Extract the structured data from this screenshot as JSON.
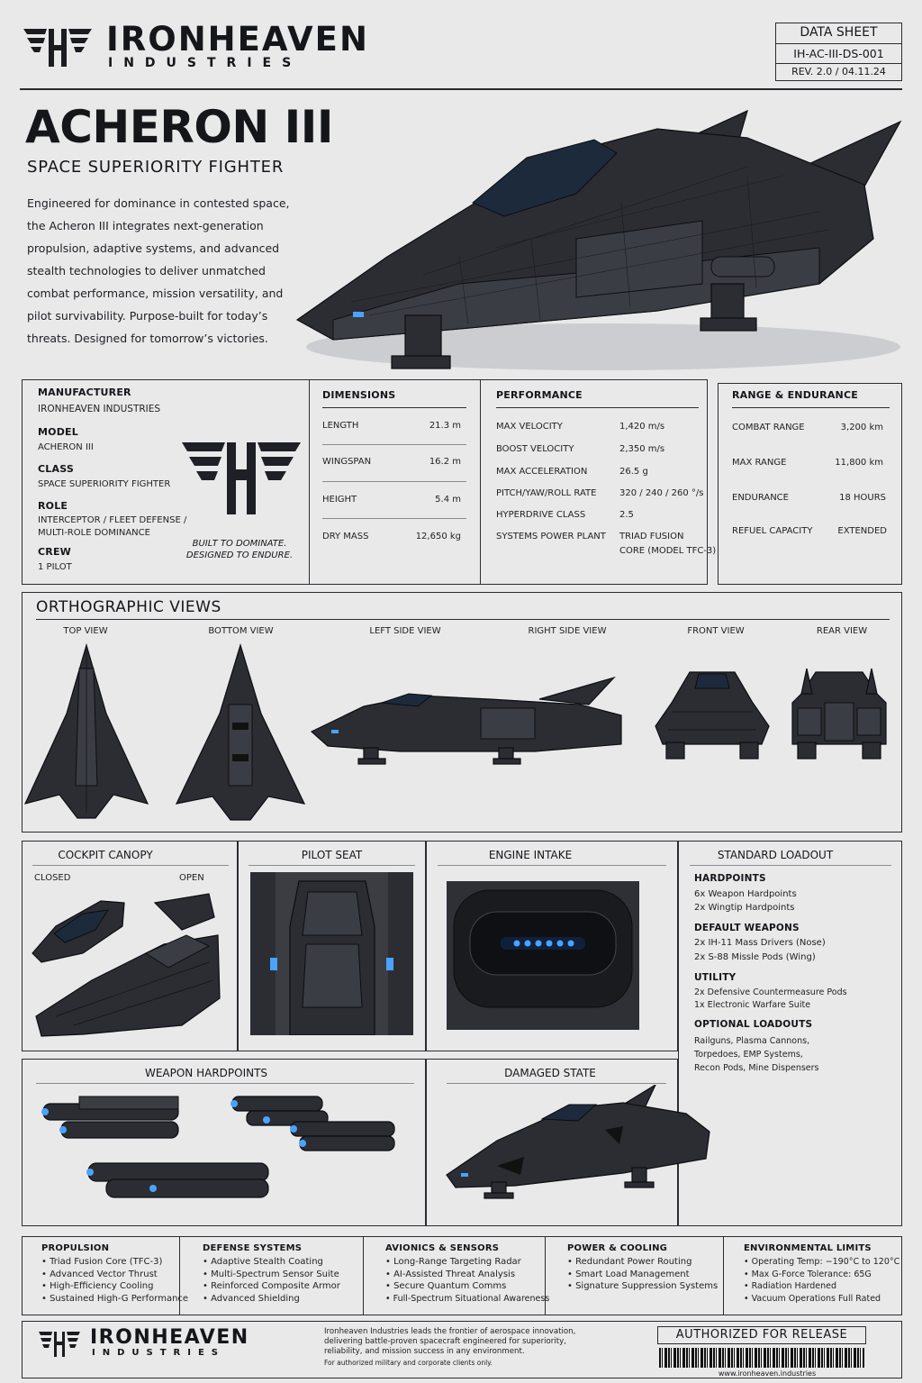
{
  "brand": {
    "name": "IRONHEAVEN",
    "sub": "INDUSTRIES"
  },
  "datasheet": {
    "title": "DATA SHEET",
    "code": "IH-AC-III-DS-001",
    "rev": "REV. 2.0 / 04.11.24"
  },
  "hero": {
    "title": "ACHERON III",
    "subtitle": "SPACE SUPERIORITY FIGHTER",
    "description": "Engineered for dominance in contested space, the Acheron III integrates next-generation propulsion, adaptive systems, and advanced stealth technologies to deliver unmatched combat performance, mission versatility, and pilot survivability. Purpose-built for today’s threats. Designed for tomorrow’s victories."
  },
  "specs": {
    "manufacturer_label": "MANUFACTURER",
    "manufacturer": "IRONHEAVEN INDUSTRIES",
    "model_label": "MODEL",
    "model": "ACHERON III",
    "class_label": "CLASS",
    "class": "SPACE SUPERIORITY FIGHTER",
    "role_label": "ROLE",
    "role_1": "INTERCEPTOR / FLEET DEFENSE /",
    "role_2": "MULTI-ROLE DOMINANCE",
    "crew_label": "CREW",
    "crew": "1 PILOT",
    "tagline_1": "BUILT TO DOMINATE.",
    "tagline_2": "DESIGNED TO ENDURE."
  },
  "dimensions": {
    "title": "DIMENSIONS",
    "rows": [
      {
        "k": "LENGTH",
        "v": "21.3 m"
      },
      {
        "k": "WINGSPAN",
        "v": "16.2 m"
      },
      {
        "k": "HEIGHT",
        "v": "5.4 m"
      },
      {
        "k": "DRY MASS",
        "v": "12,650 kg"
      }
    ]
  },
  "performance": {
    "title": "PERFORMANCE",
    "rows": [
      {
        "k": "MAX VELOCITY",
        "v": "1,420 m/s"
      },
      {
        "k": "BOOST VELOCITY",
        "v": "2,350 m/s"
      },
      {
        "k": "MAX ACCELERATION",
        "v": "26.5 g"
      },
      {
        "k": "PITCH/YAW/ROLL RATE",
        "v": "320 / 240 / 260 °/s"
      },
      {
        "k": "HYPERDRIVE CLASS",
        "v": "2.5"
      },
      {
        "k": "SYSTEMS POWER PLANT",
        "v": "TRIAD FUSION",
        "v2": "CORE (MODEL TFC-3)"
      }
    ]
  },
  "range": {
    "title": "RANGE & ENDURANCE",
    "rows": [
      {
        "k": "COMBAT RANGE",
        "v": "3,200 km"
      },
      {
        "k": "MAX RANGE",
        "v": "11,800 km"
      },
      {
        "k": "ENDURANCE",
        "v": "18 HOURS"
      },
      {
        "k": "REFUEL CAPACITY",
        "v": "EXTENDED"
      }
    ]
  },
  "ortho": {
    "title": "ORTHOGRAPHIC VIEWS",
    "views": [
      "TOP VIEW",
      "BOTTOM VIEW",
      "LEFT SIDE VIEW",
      "RIGHT SIDE VIEW",
      "FRONT VIEW",
      "REAR VIEW"
    ]
  },
  "details": {
    "cockpit": "COCKPIT CANOPY",
    "closed": "CLOSED",
    "open": "OPEN",
    "seat": "PILOT SEAT",
    "intake": "ENGINE INTAKE",
    "hardpoints": "WEAPON HARDPOINTS",
    "damaged": "DAMAGED STATE"
  },
  "loadout": {
    "title": "STANDARD LOADOUT",
    "hardpoints_label": "HARDPOINTS",
    "hardpoints": [
      "6x Weapon Hardpoints",
      "2x Wingtip Hardpoints"
    ],
    "weapons_label": "DEFAULT WEAPONS",
    "weapons": [
      "2x IH-11 Mass Drivers (Nose)",
      "2x S-88 Missle Pods (Wing)"
    ],
    "utility_label": "UTILITY",
    "utility": [
      "2x Defensive Countermeasure Pods",
      "1x Electronic Warfare Suite"
    ],
    "optional_label": "OPTIONAL LOADOUTS",
    "optional": [
      "Railguns, Plasma Cannons,",
      "Torpedoes, EMP Systems,",
      "Recon Pods, Mine Dispensers"
    ]
  },
  "systems": [
    {
      "title": "PROPULSION",
      "items": [
        "• Triad Fusion Core (TFC-3)",
        "• Advanced Vector Thrust",
        "• High-Efficiency Cooling",
        "• Sustained High-G Performance"
      ]
    },
    {
      "title": "DEFENSE SYSTEMS",
      "items": [
        "• Adaptive Stealth Coating",
        "• Multi-Spectrum Sensor Suite",
        "• Reinforced Composite Armor",
        "• Advanced Shielding"
      ]
    },
    {
      "title": "AVIONICS & SENSORS",
      "items": [
        "• Long-Range Targeting Radar",
        "• AI-Assisted Threat Analysis",
        "• Secure Quantum Comms",
        "• Full-Spectrum Situational Awareness"
      ]
    },
    {
      "title": "POWER & COOLING",
      "items": [
        "• Redundant Power Routing",
        "• Smart Load Management",
        "• Signature Suppression Systems"
      ]
    },
    {
      "title": "ENVIRONMENTAL LIMITS",
      "items": [
        "• Operating Temp: −190°C to 120°C",
        "• Max G-Force Tolerance: 65G",
        "• Radiation Hardened",
        "• Vacuum Operations Full Rated"
      ]
    }
  ],
  "footer": {
    "blurb_1": "Ironheaven Industries leads the frontier of aerospace innovation,",
    "blurb_2": "delivering battle-proven spacecraft engineered for superiority,",
    "blurb_3": "reliability, and mission success in any environment.",
    "note": "For authorized military and corporate clients only.",
    "authorized": "AUTHORIZED FOR RELEASE",
    "url": "www.ironheaven.industries"
  }
}
